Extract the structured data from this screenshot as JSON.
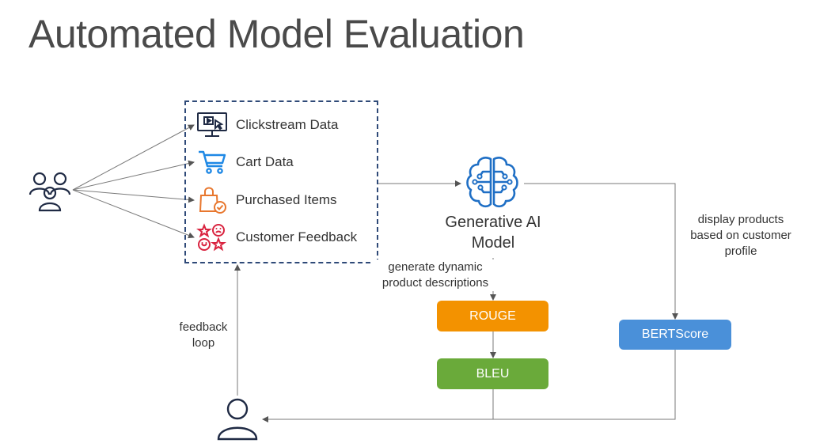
{
  "title": "Automated Model Evaluation",
  "sources": [
    {
      "label": "Clickstream Data",
      "icon": "monitor-cursor-icon"
    },
    {
      "label": "Cart Data",
      "icon": "shopping-cart-icon"
    },
    {
      "label": "Purchased Items",
      "icon": "shopping-bag-check-icon"
    },
    {
      "label": "Customer Feedback",
      "icon": "feedback-faces-icon"
    }
  ],
  "model": {
    "line1": "Generative AI",
    "line2": "Model",
    "icon": "brain-circuit-icon"
  },
  "annotations": {
    "generate_line1": "generate dynamic",
    "generate_line2": "product descriptions",
    "display_line1": "display products",
    "display_line2": "based on customer",
    "display_line3": "profile",
    "feedback_line1": "feedback",
    "feedback_line2": "loop"
  },
  "metrics": {
    "rouge": {
      "label": "ROUGE",
      "color": "#f39200"
    },
    "bleu": {
      "label": "BLEU",
      "color": "#6aaa3a"
    },
    "bertscore": {
      "label": "BERTScore",
      "color": "#4a90d9"
    }
  },
  "colors": {
    "box_border": "#2f4a78",
    "icon_dark": "#1f2a44",
    "cart_blue": "#1e88e5",
    "bag_orange": "#e8772e",
    "feedback_red": "#d9233f",
    "brain_blue": "#1f6fc5",
    "connector": "#7a7a7a"
  }
}
